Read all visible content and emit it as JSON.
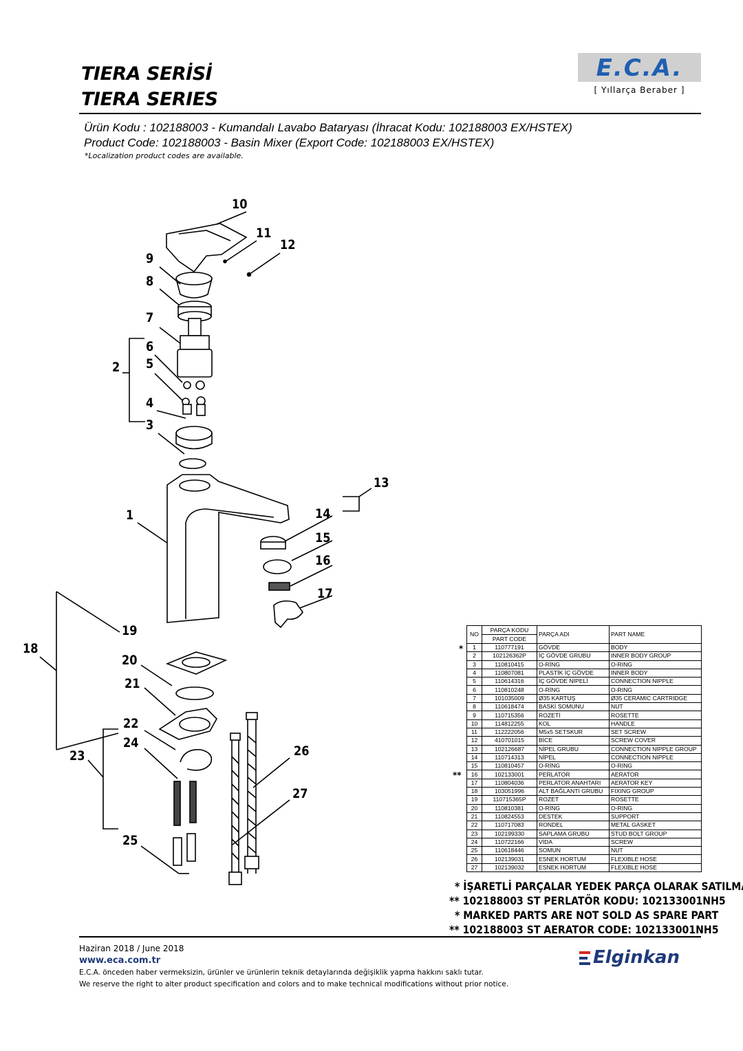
{
  "header": {
    "title_tr": "TIERA SERİSİ",
    "title_en": "TIERA SERIES",
    "product_tr": "Ürün Kodu : 102188003 - Kumandalı Lavabo Bataryası (İhracat Kodu: 102188003 EX/HSTEX)",
    "product_en": "Product Code: 102188003 - Basin Mixer (Export Code: 102188003 EX/HSTEX)",
    "localization_note": "*Localization product codes are available."
  },
  "logo": {
    "brand": "E.C.A.",
    "tagline": "[ Yıllarça Beraber ]"
  },
  "callouts": [
    "1",
    "2",
    "3",
    "4",
    "5",
    "6",
    "7",
    "8",
    "9",
    "10",
    "11",
    "12",
    "13",
    "14",
    "15",
    "16",
    "17",
    "18",
    "19",
    "20",
    "21",
    "22",
    "23",
    "24",
    "25",
    "26",
    "27"
  ],
  "parts_table": {
    "headers": {
      "no": "NO",
      "code_tr": "PARÇA KODU",
      "code_en": "PART CODE",
      "name_tr": "PARÇA ADI",
      "name_en": "PART NAME"
    },
    "rows": [
      {
        "mark": "*",
        "no": "1",
        "code": "110777191",
        "name_tr": "GÖVDE",
        "name_en": "BODY"
      },
      {
        "mark": "",
        "no": "2",
        "code": "102126362P",
        "name_tr": "İÇ GÖVDE GRUBU",
        "name_en": "INNER BODY GROUP"
      },
      {
        "mark": "",
        "no": "3",
        "code": "110810415",
        "name_tr": "O-RİNG",
        "name_en": "O-RING"
      },
      {
        "mark": "",
        "no": "4",
        "code": "110807081",
        "name_tr": "PLASTİK İÇ GÖVDE",
        "name_en": " INNER BODY"
      },
      {
        "mark": "",
        "no": "5",
        "code": "110614316",
        "name_tr": "İÇ GÖVDE NİPELİ",
        "name_en": "CONNECTION NIPPLE"
      },
      {
        "mark": "",
        "no": "6",
        "code": "110810248",
        "name_tr": "O-RİNG",
        "name_en": "O-RING"
      },
      {
        "mark": "",
        "no": "7",
        "code": "101035009",
        "name_tr": "Ø35 KARTUŞ",
        "name_en": "Ø35 CERAMIC CARTRIDGE"
      },
      {
        "mark": "",
        "no": "8",
        "code": "110618474",
        "name_tr": "BASKI SOMUNU",
        "name_en": "NUT"
      },
      {
        "mark": "",
        "no": "9",
        "code": "110715356",
        "name_tr": "ROZETİ",
        "name_en": "ROSETTE"
      },
      {
        "mark": "",
        "no": "10",
        "code": "114812255",
        "name_tr": "KOL",
        "name_en": "HANDLE"
      },
      {
        "mark": "",
        "no": "11",
        "code": "112222056",
        "name_tr": "M5x5 SETSKUR",
        "name_en": "SET SCREW"
      },
      {
        "mark": "",
        "no": "12",
        "code": "410701015",
        "name_tr": "BİCE",
        "name_en": "SCREW COVER"
      },
      {
        "mark": "",
        "no": "13",
        "code": "102126687",
        "name_tr": "NİPEL GRUBU",
        "name_en": "CONNECTION NIPPLE GROUP"
      },
      {
        "mark": "",
        "no": "14",
        "code": "110714313",
        "name_tr": "NİPEL",
        "name_en": "CONNECTION NIPPLE"
      },
      {
        "mark": "",
        "no": "15",
        "code": "110810457",
        "name_tr": "O-RİNG",
        "name_en": "O-RING"
      },
      {
        "mark": "**",
        "no": "16",
        "code": "102133001",
        "name_tr": "PERLATOR",
        "name_en": "AERATOR"
      },
      {
        "mark": "",
        "no": "17",
        "code": "110804036",
        "name_tr": "PERLATOR ANAHTARI",
        "name_en": "AERATOR KEY"
      },
      {
        "mark": "",
        "no": "18",
        "code": "103051996",
        "name_tr": "ALT BAĞLANTI GRUBU",
        "name_en": "FIXING GROUP"
      },
      {
        "mark": "",
        "no": "19",
        "code": "110715365P",
        "name_tr": "ROZET",
        "name_en": "ROSETTE"
      },
      {
        "mark": "",
        "no": "20",
        "code": "110810381",
        "name_tr": "O-RİNG",
        "name_en": "O-RING"
      },
      {
        "mark": "",
        "no": "21",
        "code": "110824553",
        "name_tr": "DESTEK",
        "name_en": "SUPPORT"
      },
      {
        "mark": "",
        "no": "22",
        "code": "110717083",
        "name_tr": "RONDEL",
        "name_en": "METAL GASKET"
      },
      {
        "mark": "",
        "no": "23",
        "code": "102199330",
        "name_tr": "SAPLAMA GRUBU",
        "name_en": "STUD BOLT GROUP"
      },
      {
        "mark": "",
        "no": "24",
        "code": "110722166",
        "name_tr": "VİDA",
        "name_en": "SCREW"
      },
      {
        "mark": "",
        "no": "25",
        "code": "110618446",
        "name_tr": "SOMUN",
        "name_en": "NUT"
      },
      {
        "mark": "",
        "no": "26",
        "code": "102139031",
        "name_tr": "ESNEK HORTUM",
        "name_en": "FLEXIBLE HOSE"
      },
      {
        "mark": "",
        "no": "27",
        "code": "102139032",
        "name_tr": "ESNEK HORTUM",
        "name_en": "FLEXIBLE HOSE"
      }
    ]
  },
  "notes": [
    "* İŞARETLİ PARÇALAR YEDEK PARÇA OLARAK SATILMAZ",
    "** 102188003 ST PERLATÖR KODU: 102133001NH5",
    "* MARKED PARTS ARE NOT SOLD AS SPARE PART",
    "** 102188003 ST AERATOR CODE: 102133001NH5"
  ],
  "footer": {
    "date": "Haziran 2018 / June 2018",
    "website": "www.eca.com.tr",
    "disclaimer_tr": "E.C.A. önceden haber vermeksizin, ürünler ve ürünlerin teknik detaylarında değişiklik yapma hakkını saklı tutar.",
    "disclaimer_en": "We reserve the right to alter product specification and colors and to make technical modifications without prior notice.",
    "distributor": "Elginkan"
  }
}
